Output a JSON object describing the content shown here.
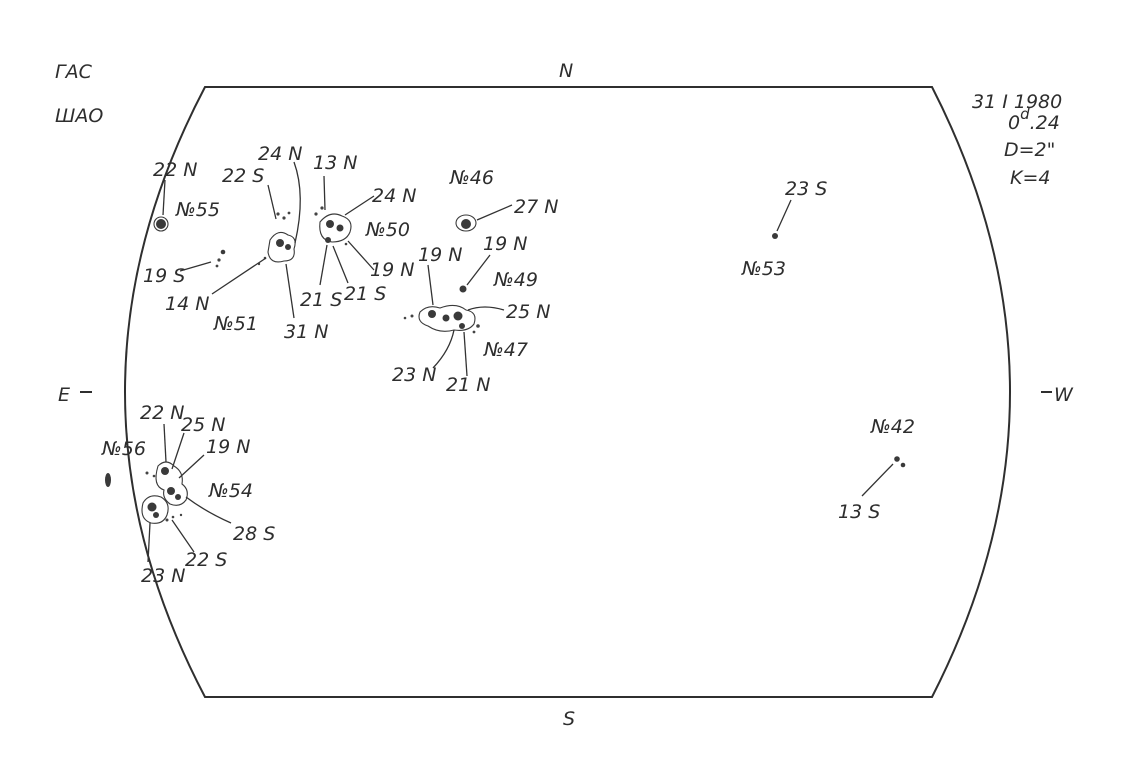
{
  "header": {
    "observatory_line1": "ГАС",
    "observatory_line2": "ШАО",
    "date": "31 I 1980",
    "time_main": "0",
    "time_sup": "d",
    "time_rest": ".24",
    "d_param": "D=2\"",
    "k_param": "K=4"
  },
  "compass": {
    "north": "N",
    "south": "S",
    "east": "E",
    "west": "W"
  },
  "regions": {
    "n55": {
      "number": "№55",
      "lat": "22 N"
    },
    "n51": {
      "number": "№51",
      "lats": [
        "22 S",
        "24 N",
        "19 S",
        "14 N",
        "31 N"
      ]
    },
    "n50": {
      "number": "№50",
      "lats": [
        "13 N",
        "24 N",
        "21 S",
        "21 S",
        "19 N"
      ]
    },
    "n46": {
      "number": "№46",
      "lat": "27 N"
    },
    "n49": {
      "number": "№49",
      "lat": "19 N"
    },
    "n47": {
      "number": "№47",
      "lats": [
        "19 N",
        "25 N",
        "23 N",
        "21 N"
      ]
    },
    "n53": {
      "number": "№53",
      "lat": "23 S"
    },
    "n56": {
      "number": "№56"
    },
    "n54": {
      "number": "№54",
      "lats": [
        "22 N",
        "25 N",
        "19 N",
        "28 S",
        "22 S",
        "23 N"
      ]
    },
    "n42": {
      "number": "№42",
      "lat": "13 S"
    }
  }
}
